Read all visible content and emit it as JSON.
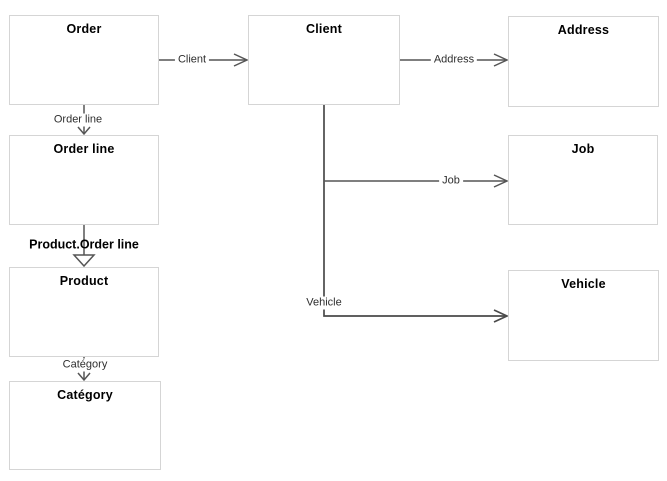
{
  "diagram": {
    "kind": "entity-relationship-diagram",
    "nodes": {
      "order": {
        "label": "Order"
      },
      "client": {
        "label": "Client"
      },
      "address": {
        "label": "Address"
      },
      "order_line": {
        "label": "Order line"
      },
      "job": {
        "label": "Job"
      },
      "product": {
        "label": "Product"
      },
      "vehicle": {
        "label": "Vehicle"
      },
      "category": {
        "label": "Catégory"
      }
    },
    "edges": {
      "order_to_client": {
        "from": "Order",
        "to": "Client",
        "label": "Client",
        "type": "arrow"
      },
      "client_to_address": {
        "from": "Client",
        "to": "Address",
        "label": "Address",
        "type": "arrow"
      },
      "order_to_order_line": {
        "from": "Order",
        "to": "Order line",
        "label": "Order line",
        "type": "arrow"
      },
      "order_line_to_product": {
        "from": "Order line",
        "to": "Product",
        "label": "Product.Order line",
        "type": "generalization"
      },
      "client_to_job": {
        "from": "Client",
        "to": "Job",
        "label": "Job",
        "type": "arrow"
      },
      "client_to_vehicle": {
        "from": "Client",
        "to": "Vehicle",
        "label": "Vehicle",
        "type": "arrow"
      },
      "product_to_category": {
        "from": "Product",
        "to": "Catégory",
        "label": "Catégory",
        "type": "arrow"
      }
    },
    "colors": {
      "background": "#ffffff",
      "box_fill": "#ffffff",
      "box_border": "#d5d5d5",
      "connector": "#555555",
      "title_text": "#000000",
      "label_text": "#2e2e2e"
    }
  }
}
